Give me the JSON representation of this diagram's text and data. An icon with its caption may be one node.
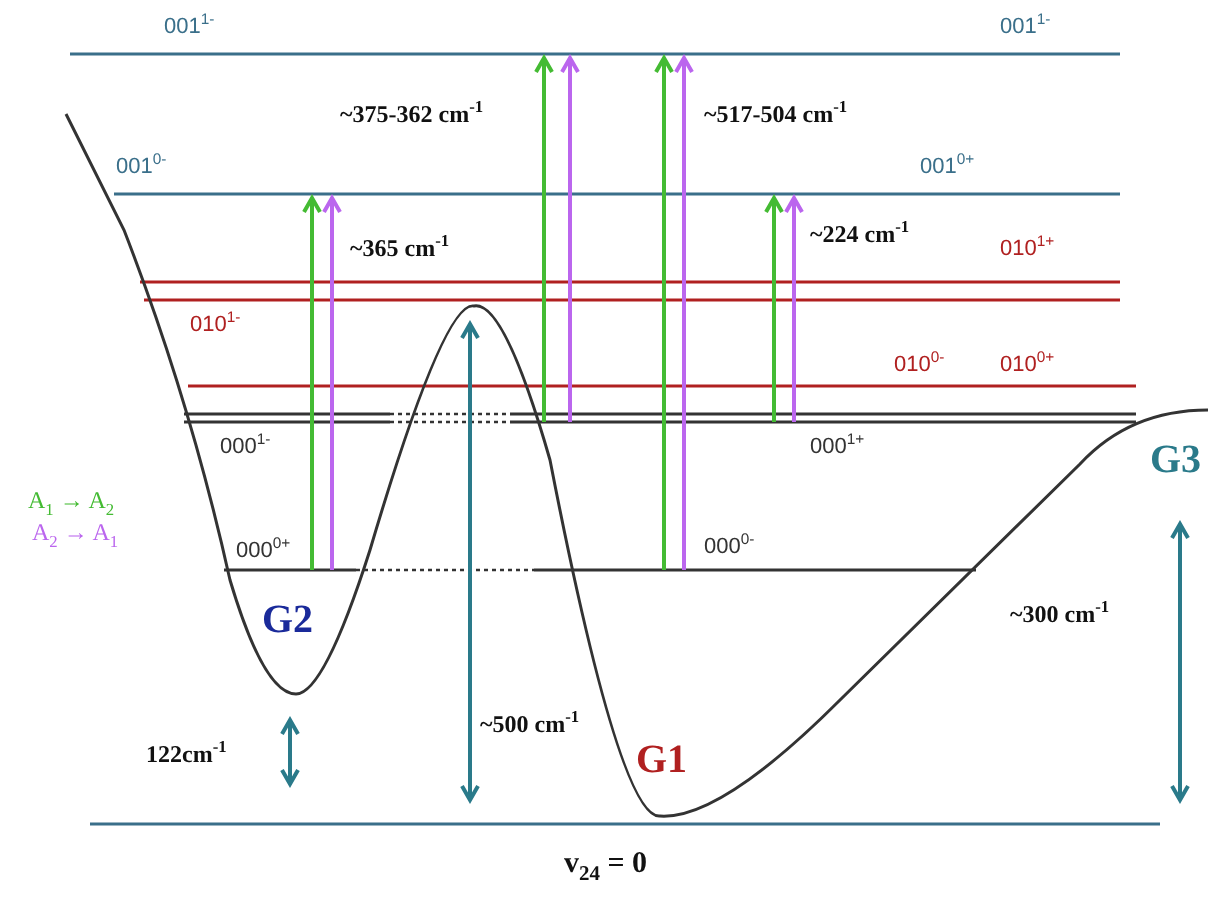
{
  "diagram": {
    "labels": [
      "001$^{1-}$",
      "001$^{1-}$",
      "~375-362 cm$^{-1}$",
      "~517-504 cm$^{-1}$",
      "001$^{0-}$",
      "001$^{0+}$",
      "~365 cm$^{-1}$",
      "~224 cm$^{-1}$",
      "010$^{1+}$",
      "010$^{1-}$",
      "010$^{0-}$",
      "010$^{0+}$",
      "000$^{1-}$",
      "000$^{1+}$",
      "000$^{0+}$",
      "000$^{0-}$",
      "G3",
      "G2",
      "~300 cm$^{-1}$",
      "122cm$^{-1}$",
      "~500 cm$^{-1}$",
      "G1",
      "v$_{24}$ = 0"
    ],
    "legend": [
      {
        "text": "A$_{1}$ → A$_{2}$",
        "color": "#44bb33"
      },
      {
        "text": "A$_{2}$ → A$_{1}$",
        "color": "#bb66ee"
      }
    ]
  }
}
